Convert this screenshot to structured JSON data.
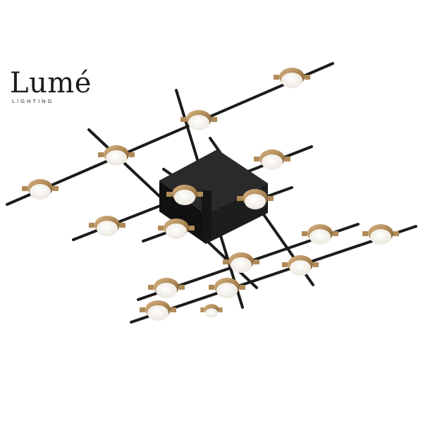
{
  "brand": {
    "name": "Lumé",
    "tagline": "LIGHTING"
  },
  "product": {
    "icon": "ceiling-light-fixture",
    "colors": {
      "background": "#ffffff",
      "frame": "#1b1b1b",
      "socket": "#b08a57",
      "diffuser": "#f4f1ea"
    },
    "light_count": 17
  }
}
